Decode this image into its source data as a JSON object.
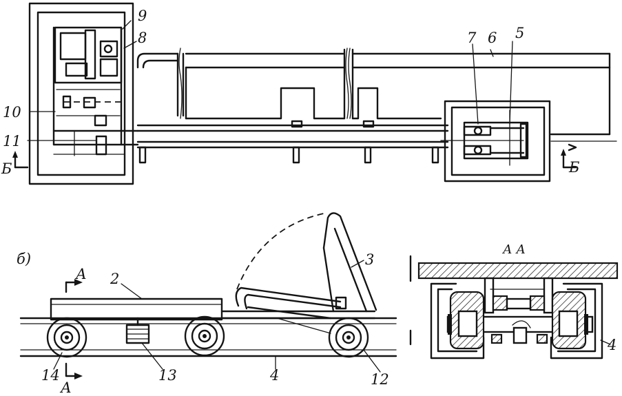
{
  "labels": {
    "n9": "9",
    "n8": "8",
    "n7": "7",
    "n6": "6",
    "n5": "5",
    "n10": "10",
    "n11": "11",
    "b_left": "Б",
    "b_right": "Б",
    "view_b": "б)",
    "section_a_top": "А",
    "section_a_bottom": "А",
    "n2": "2",
    "n3": "3",
    "n4": "4",
    "n12": "12",
    "n13": "13",
    "n14": "14",
    "section_title": "А А",
    "n4_section": "4"
  },
  "colors": {
    "ink": "#141414",
    "paper": "#ffffff"
  }
}
